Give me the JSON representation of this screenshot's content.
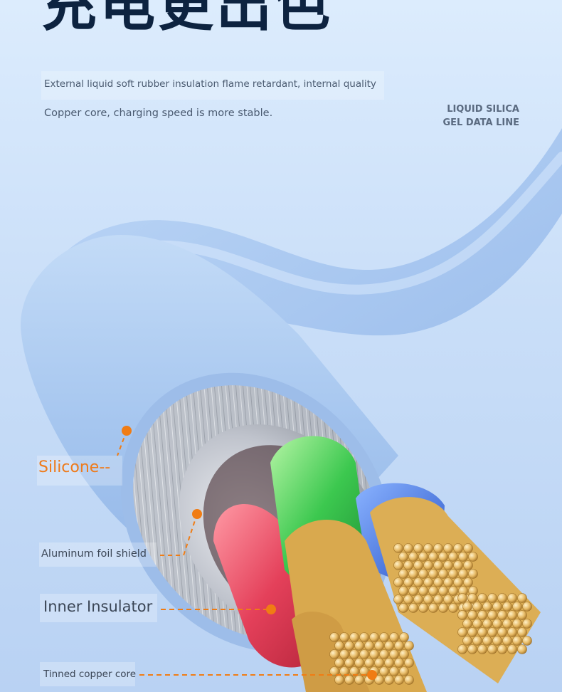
{
  "headline": "充电更出色",
  "description": {
    "line1": "External liquid soft rubber insulation flame retardant, internal quality",
    "line2": "Copper core, charging speed is more stable."
  },
  "side_title": {
    "line1": "LIQUID SILICA",
    "line2": "GEL DATA LINE"
  },
  "labels": {
    "silicone": "Silicone--",
    "aluminum_foil": "Aluminum foil shield",
    "inner_insulator": "Inner Insulator",
    "tinned_copper": "Tinned copper core"
  },
  "colors": {
    "accent": "#f07c14",
    "headline": "#0d2340",
    "cable": "#a9c8f0",
    "foil": "#c9ccd3",
    "red_wire": "#e2465a",
    "green_wire": "#3cc84f",
    "blue_wire": "#3d6fe0",
    "copper": "#e2b35c"
  }
}
